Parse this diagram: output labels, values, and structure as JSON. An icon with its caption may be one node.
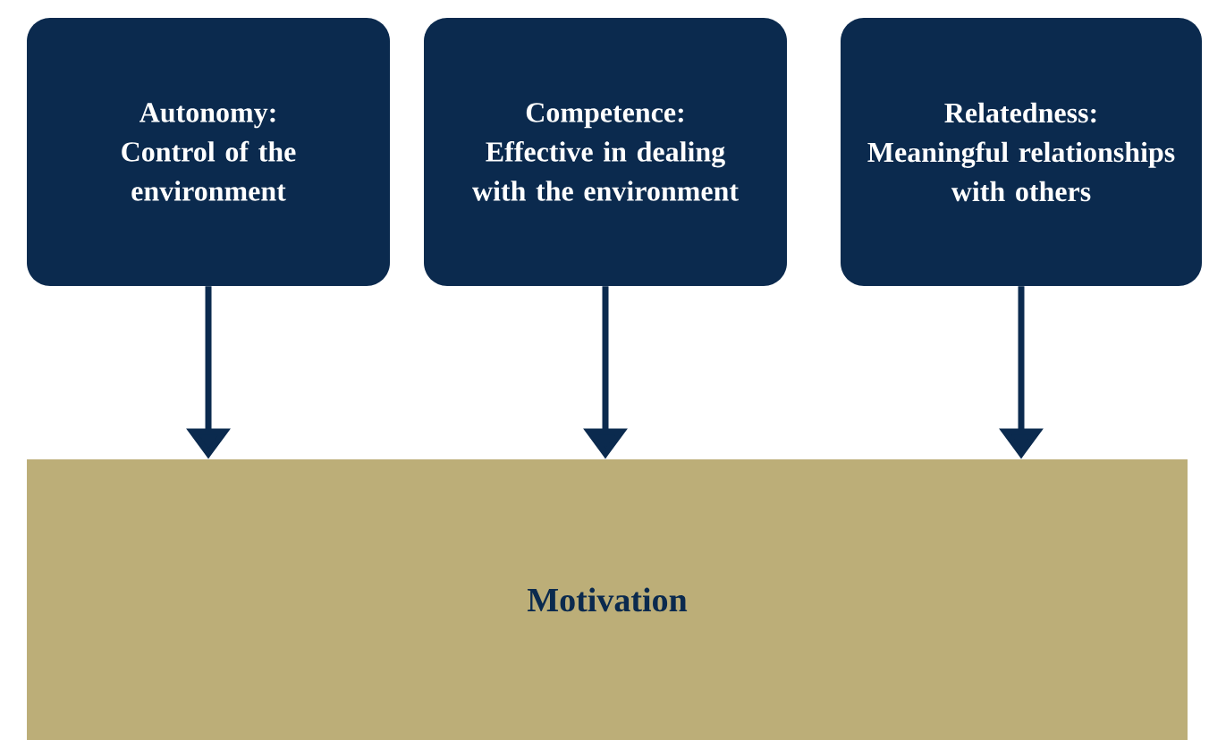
{
  "diagram": {
    "nodes": [
      {
        "text": [
          "Autonomy:",
          "Control of the environment"
        ]
      },
      {
        "text": [
          "Competence:",
          "Effective in dealing with the environment"
        ]
      },
      {
        "text": [
          "Relatedness:",
          "Meaningful relationships with others"
        ]
      },
      {
        "text": [
          "Motivation"
        ]
      }
    ],
    "edges": [
      {
        "from": 0,
        "to": 3,
        "arrow": "to"
      },
      {
        "from": 1,
        "to": 3,
        "arrow": "to"
      },
      {
        "from": 2,
        "to": 3,
        "arrow": "to"
      }
    ]
  }
}
